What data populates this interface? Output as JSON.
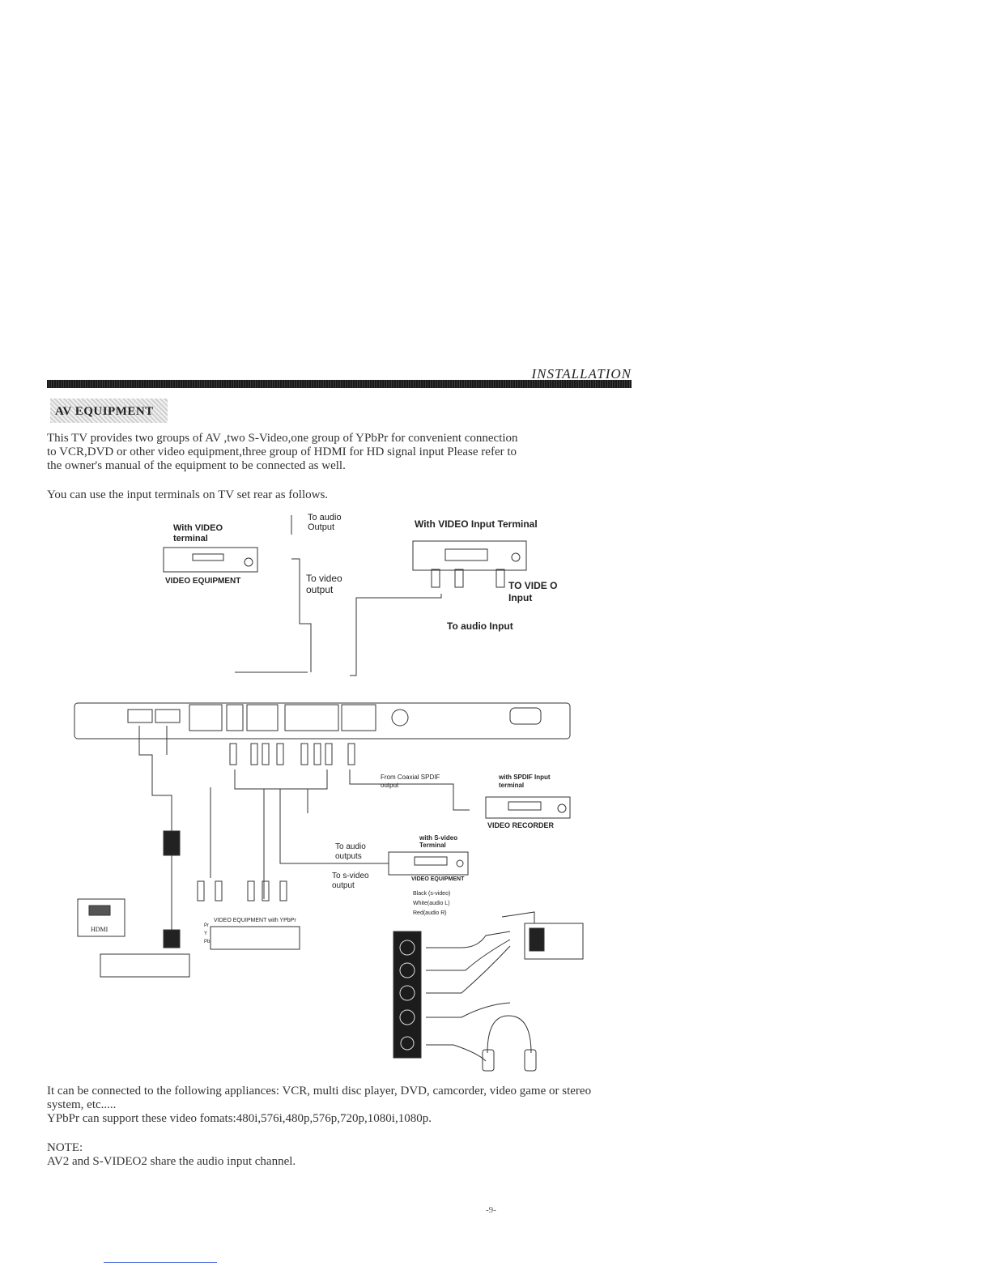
{
  "header": {
    "section": "INSTALLATION"
  },
  "heading": "AV EQUIPMENT",
  "intro": [
    "This TV provides two groups of AV ,two  S-Video,one group of  YPbPr  for convenient connection",
    "to VCR,DVD or other video equipment,three group of HDMI for HD signal input Please refer to",
    "the owner's manual of the equipment to be connected as well."
  ],
  "lead": "You can use the input terminals on TV set rear as follows.",
  "diagram": {
    "with_video_terminal": [
      "With VIDEO",
      "terminal"
    ],
    "video_equipment": "VIDEO EQUIPMENT",
    "to_audio_output": [
      "To audio",
      "Output"
    ],
    "to_video_output": [
      "To video",
      "output"
    ],
    "with_video_input_terminal": "With VIDEO Input Terminal",
    "to_video_input": [
      "TO VIDE O",
      "Input"
    ],
    "to_audio_input": "To audio Input",
    "from_coaxial_spdif": [
      "From Coaxial SPDIF",
      "output"
    ],
    "with_spdif_input": [
      "with SPDIF Input",
      "terminal"
    ],
    "video_recorder": "VIDEO RECORDER",
    "with_svideo_terminal": [
      "with S-video",
      "Terminal"
    ],
    "to_audio_outputs": [
      "To audio",
      "outputs"
    ],
    "to_svideo_output": [
      "To s-video",
      "output"
    ],
    "video_equipment_2": "VIDEO EQUIPMENT",
    "legend": [
      "Black (s-video)",
      "White(audio L)",
      "Red(audio R)"
    ],
    "ypbpr_equipment": "VIDEO EQUIPMENT with YPbPr",
    "ypbpr_keys": [
      "Pr",
      "Y",
      "Pb"
    ],
    "hdmi": "HDMI"
  },
  "body": [
    "It can be connected to the following appliances: VCR, multi disc player, DVD, camcorder, video game or stereo",
    "system, etc.....",
    "YPbPr can support these video fomats:480i,576i,480p,576p,720p,1080i,1080p."
  ],
  "note_title": "NOTE:",
  "note_text": "AV2 and S-VIDEO2 share the audio input channel.",
  "page_number": "-9-"
}
